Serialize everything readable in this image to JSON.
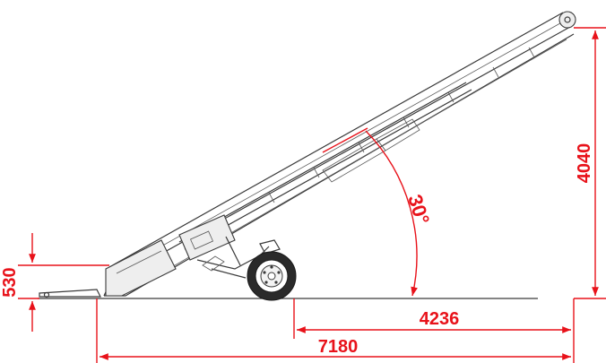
{
  "diagram": {
    "dimensions": {
      "height_left": "530",
      "height_right": "4040",
      "horizontal_inner": "4236",
      "horizontal_total": "7180",
      "angle": "30°"
    },
    "colors": {
      "dimension": "#e8121a",
      "machine_line": "#3a3a3a",
      "background": "#ffffff"
    }
  }
}
